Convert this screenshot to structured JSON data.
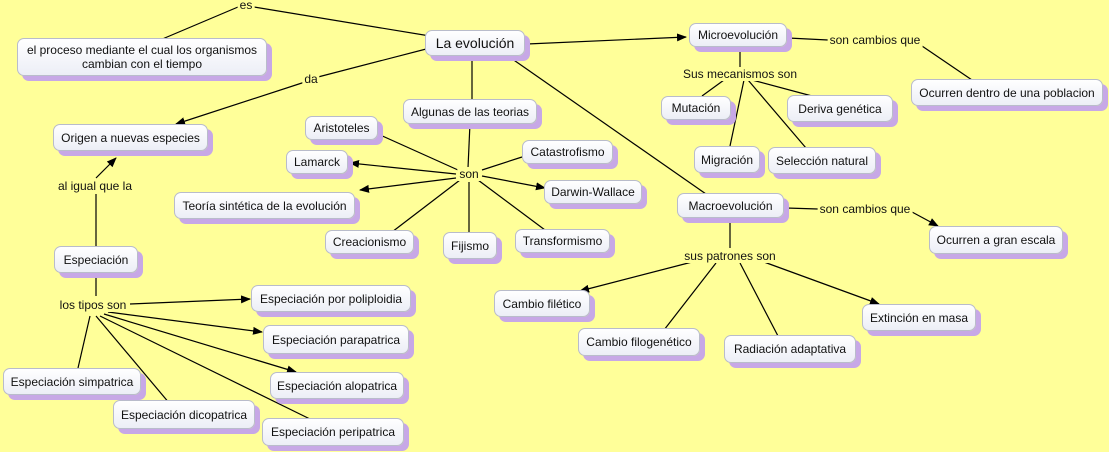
{
  "nodes": {
    "proceso": "el proceso mediante el cual los organismos cambian con el tiempo",
    "evolucion": "La evolución",
    "microevolucion": "Microevolución",
    "ocurren_poblacion": "Ocurren dentro de una poblacion",
    "mutacion": "Mutación",
    "deriva": "Deriva genética",
    "migracion": "Migración",
    "seleccion": "Selección natural",
    "origen": "Origen a nuevas especies",
    "teorias": "Algunas de las teorias",
    "aristoteles": "Aristoteles",
    "lamarck": "Lamarck",
    "catastrofismo": "Catastrofismo",
    "darwin": "Darwin-Wallace",
    "sintetica": "Teoría sintética de la evolución",
    "creacionismo": "Creacionismo",
    "fijismo": "Fijismo",
    "transformismo": "Transformismo",
    "macroevolucion": "Macroevolución",
    "gran_escala": "Ocurren a gran escala",
    "especiacion": "Especiación",
    "poliploidia": "Especiación por poliploidia",
    "parapatrica": "Especiación parapatrica",
    "alopatrica": "Especiación alopatrica",
    "simpatrica": "Especiación simpatrica",
    "dicopatrica": "Especiación dicopatrica",
    "peripatrica": "Especiación peripatrica",
    "filetico": "Cambio filético",
    "filogenetico": "Cambio filogenético",
    "radiacion": "Radiación adaptativa",
    "extincion": "Extinción en masa"
  },
  "labels": {
    "es": "es",
    "da": "da",
    "son_cambios_micro": "son cambios que",
    "mecanismos": "Sus mecanismos son",
    "son": "son",
    "son_cambios_macro": "son cambios que",
    "patrones": "sus patrones son",
    "al_igual": "al igual que la",
    "tipos": "los tipos son"
  },
  "colors": {
    "background": "#ffff99",
    "node_shadow": "#c7a8e6",
    "node_border": "#b9bccb",
    "line": "#000000"
  }
}
